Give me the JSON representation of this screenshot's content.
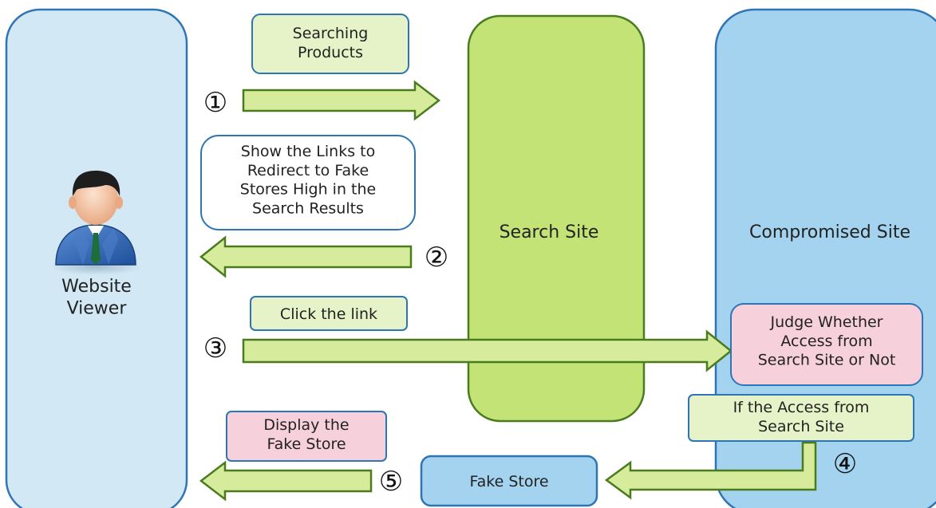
{
  "actors": {
    "viewer": "Website\nViewer",
    "search_site": "Search Site",
    "compromised_site": "Compromised Site",
    "fake_store": "Fake Store"
  },
  "notes": {
    "searching": "Searching\nProducts",
    "show_links": "Show the Links to\nRedirect to Fake\nStores High in the\nSearch Results",
    "click": "Click the link",
    "judge": "Judge Whether\nAccess from\nSearch Site or Not",
    "if_access": "If the Access from\nSearch Site",
    "display": "Display the\nFake Store"
  },
  "steps": [
    "①",
    "②",
    "③",
    "④",
    "⑤"
  ],
  "colors": {
    "panel_border": "#2e75b6",
    "viewer_fill": "#d3e8f5",
    "search_fill": "#c3e377",
    "search_border": "#4a7c1e",
    "compromised_fill": "#a3d3ef",
    "fake_store_fill": "#a3d3ef",
    "arrow_fill": "#d6ec9c",
    "arrow_stroke": "#4a7c1e",
    "note_green": "#e6f3c9",
    "note_pink": "#f6d0da",
    "note_white": "#ffffff"
  }
}
